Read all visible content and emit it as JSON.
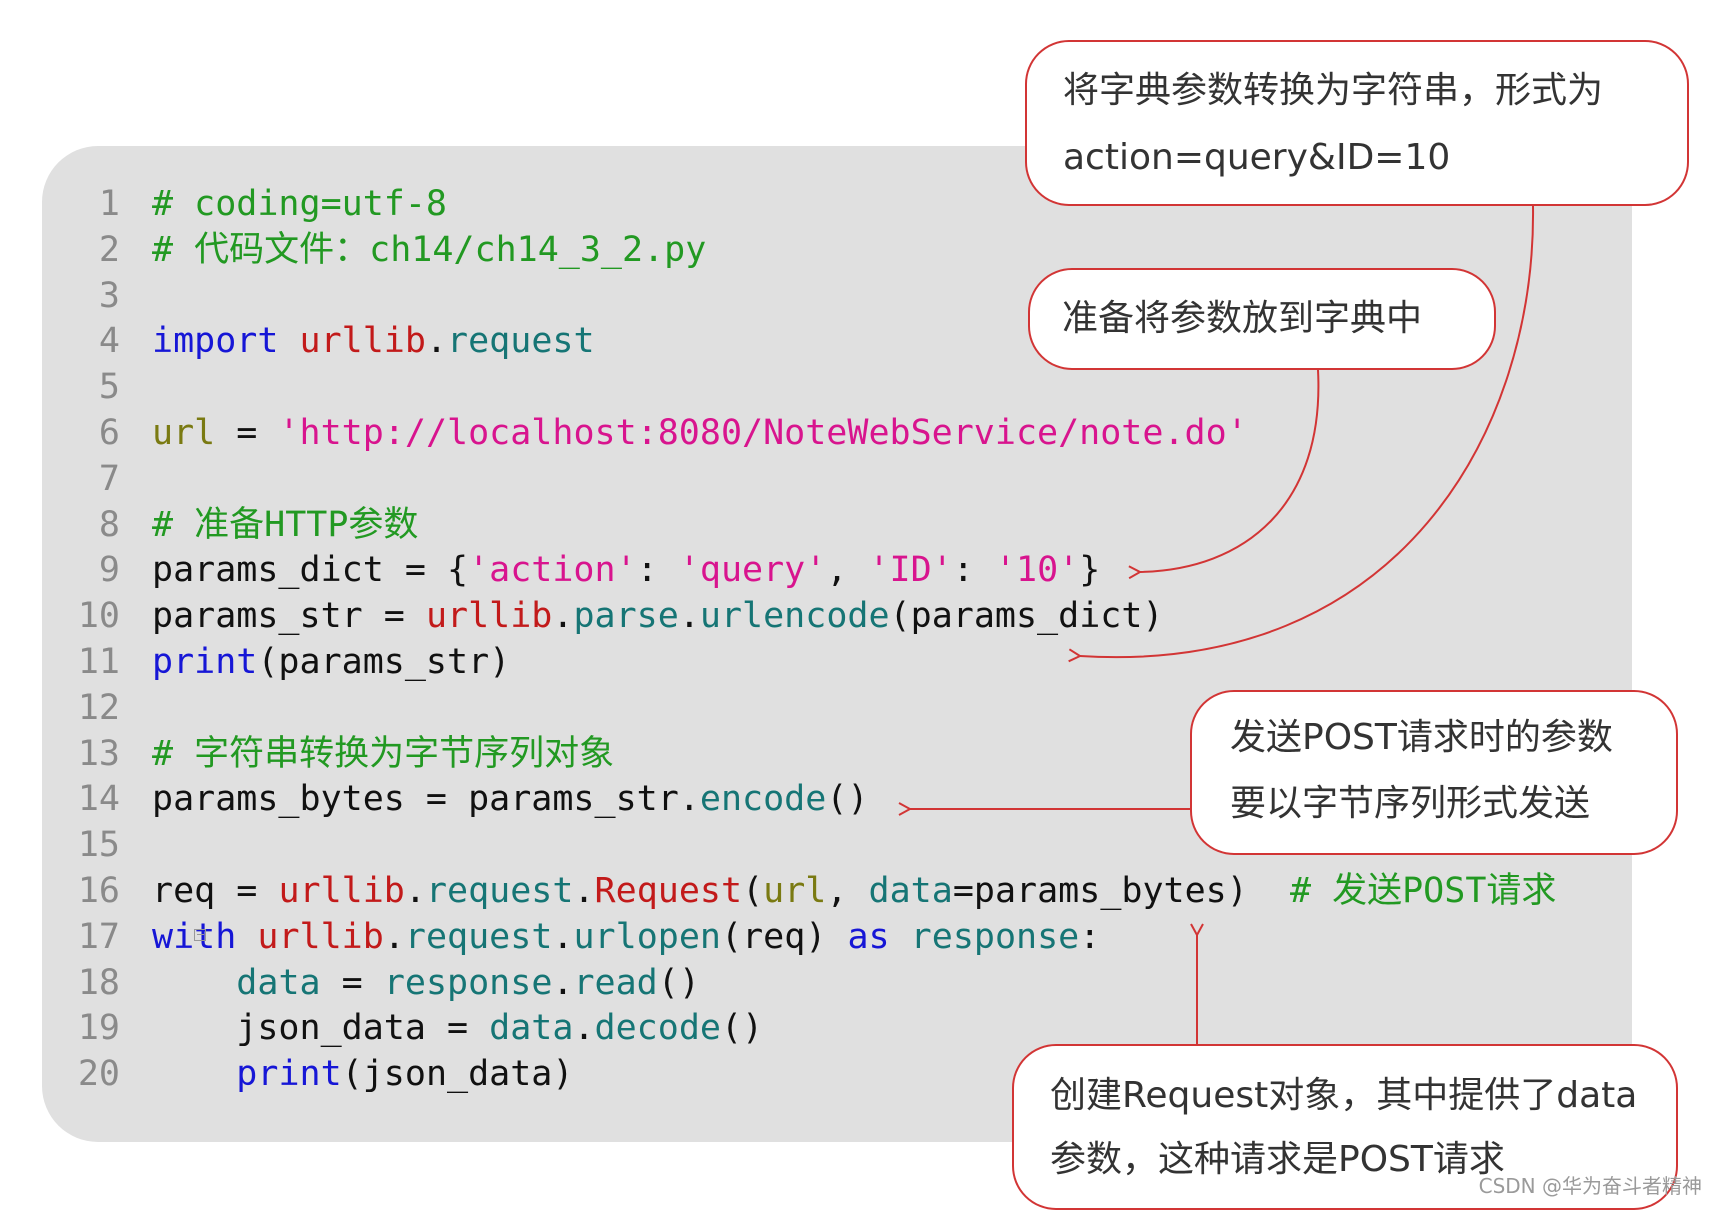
{
  "code": {
    "lines": [
      {
        "num": "1",
        "tokens": [
          {
            "t": "# coding=utf-8",
            "c": "c"
          }
        ]
      },
      {
        "num": "2",
        "tokens": [
          {
            "t": "# 代码文件：ch14/ch14_3_2.py",
            "c": "c"
          }
        ]
      },
      {
        "num": "3",
        "tokens": []
      },
      {
        "num": "4",
        "tokens": [
          {
            "t": "import",
            "c": "k"
          },
          {
            "t": " ",
            "c": "o"
          },
          {
            "t": "urllib",
            "c": "m"
          },
          {
            "t": ".",
            "c": "o"
          },
          {
            "t": "request",
            "c": "a"
          }
        ]
      },
      {
        "num": "5",
        "tokens": []
      },
      {
        "num": "6",
        "tokens": [
          {
            "t": "url",
            "c": "v"
          },
          {
            "t": " = ",
            "c": "o"
          },
          {
            "t": "'http://localhost:8080/NoteWebService/note.do'",
            "c": "s"
          }
        ]
      },
      {
        "num": "7",
        "tokens": []
      },
      {
        "num": "8",
        "tokens": [
          {
            "t": "# 准备HTTP参数",
            "c": "c"
          }
        ]
      },
      {
        "num": "9",
        "tokens": [
          {
            "t": "params_dict = {",
            "c": "o"
          },
          {
            "t": "'action'",
            "c": "s"
          },
          {
            "t": ": ",
            "c": "o"
          },
          {
            "t": "'query'",
            "c": "s"
          },
          {
            "t": ", ",
            "c": "o"
          },
          {
            "t": "'ID'",
            "c": "s"
          },
          {
            "t": ": ",
            "c": "o"
          },
          {
            "t": "'10'",
            "c": "s"
          },
          {
            "t": "}",
            "c": "o"
          }
        ]
      },
      {
        "num": "10",
        "tokens": [
          {
            "t": "params_str = ",
            "c": "o"
          },
          {
            "t": "urllib",
            "c": "m"
          },
          {
            "t": ".",
            "c": "o"
          },
          {
            "t": "parse",
            "c": "a"
          },
          {
            "t": ".",
            "c": "o"
          },
          {
            "t": "urlencode",
            "c": "a"
          },
          {
            "t": "(params_dict)",
            "c": "o"
          }
        ]
      },
      {
        "num": "11",
        "tokens": [
          {
            "t": "print",
            "c": "k"
          },
          {
            "t": "(params_str)",
            "c": "o"
          }
        ]
      },
      {
        "num": "12",
        "tokens": []
      },
      {
        "num": "13",
        "tokens": [
          {
            "t": "# 字符串转换为字节序列对象",
            "c": "c"
          }
        ]
      },
      {
        "num": "14",
        "tokens": [
          {
            "t": "params_bytes = params_str.",
            "c": "o"
          },
          {
            "t": "encode",
            "c": "a"
          },
          {
            "t": "()",
            "c": "o"
          }
        ]
      },
      {
        "num": "15",
        "tokens": []
      },
      {
        "num": "16",
        "tokens": [
          {
            "t": "req = ",
            "c": "o"
          },
          {
            "t": "urllib",
            "c": "m"
          },
          {
            "t": ".",
            "c": "o"
          },
          {
            "t": "request",
            "c": "a"
          },
          {
            "t": ".",
            "c": "o"
          },
          {
            "t": "Request",
            "c": "m"
          },
          {
            "t": "(",
            "c": "o"
          },
          {
            "t": "url",
            "c": "v"
          },
          {
            "t": ", ",
            "c": "o"
          },
          {
            "t": "data",
            "c": "a"
          },
          {
            "t": "=params_bytes)  ",
            "c": "o"
          },
          {
            "t": "# 发送POST请求",
            "c": "c"
          }
        ]
      },
      {
        "num": "17",
        "fold": true,
        "tokens": [
          {
            "t": "with",
            "c": "k"
          },
          {
            "t": " ",
            "c": "o"
          },
          {
            "t": "urllib",
            "c": "m"
          },
          {
            "t": ".",
            "c": "o"
          },
          {
            "t": "request",
            "c": "a"
          },
          {
            "t": ".",
            "c": "o"
          },
          {
            "t": "urlopen",
            "c": "a"
          },
          {
            "t": "(req) ",
            "c": "o"
          },
          {
            "t": "as",
            "c": "k"
          },
          {
            "t": " ",
            "c": "o"
          },
          {
            "t": "response",
            "c": "a"
          },
          {
            "t": ":",
            "c": "o"
          }
        ]
      },
      {
        "num": "18",
        "tokens": [
          {
            "t": "    ",
            "c": "o"
          },
          {
            "t": "data",
            "c": "a"
          },
          {
            "t": " = ",
            "c": "o"
          },
          {
            "t": "response",
            "c": "a"
          },
          {
            "t": ".",
            "c": "o"
          },
          {
            "t": "read",
            "c": "a"
          },
          {
            "t": "()",
            "c": "o"
          }
        ]
      },
      {
        "num": "19",
        "tokens": [
          {
            "t": "    json_data = ",
            "c": "o"
          },
          {
            "t": "data",
            "c": "a"
          },
          {
            "t": ".",
            "c": "o"
          },
          {
            "t": "decode",
            "c": "a"
          },
          {
            "t": "()",
            "c": "o"
          }
        ]
      },
      {
        "num": "20",
        "tokens": [
          {
            "t": "    ",
            "c": "o"
          },
          {
            "t": "print",
            "c": "k"
          },
          {
            "t": "(json_data)",
            "c": "o"
          }
        ]
      }
    ]
  },
  "callouts": {
    "urlencode_format": {
      "line1": "将字典参数转换为字符串，形式为",
      "line2": "action=query&ID=10"
    },
    "prepare_dict": {
      "line1": "准备将参数放到字典中"
    },
    "bytes_required": {
      "line1": "发送POST请求时的参数",
      "line2": "要以字节序列形式发送"
    },
    "request_object": {
      "line1": "创建Request对象，其中提供了data",
      "line2": "参数，这种请求是POST请求"
    }
  },
  "colors": {
    "comment": "#229922",
    "keyword": "#1616d6",
    "module": "#c21a1a",
    "attribute": "#167575",
    "variable": "#7a7a12",
    "string": "#d8148e",
    "callout_border": "#d23535",
    "panel_bg": "#e0e0e0"
  },
  "watermark": "CSDN @华为奋斗者精神"
}
